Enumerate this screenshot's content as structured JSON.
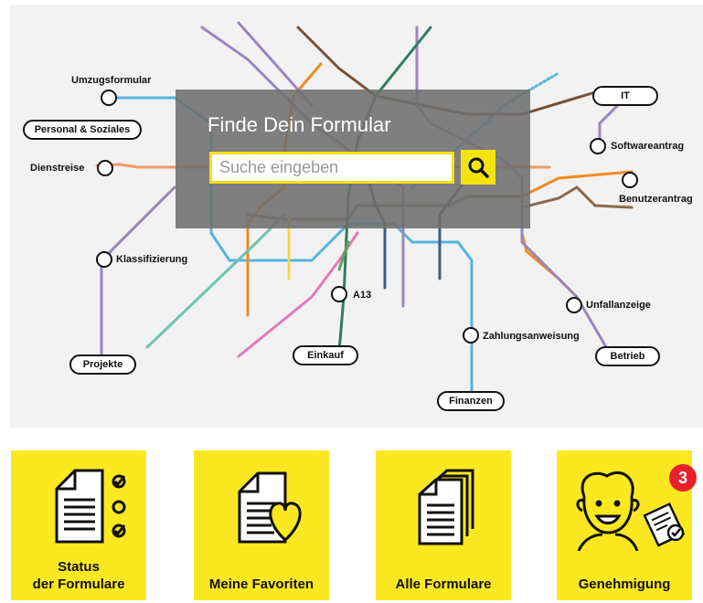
{
  "search": {
    "title": "Finde Dein Formular",
    "placeholder": "Suche eingeben"
  },
  "map": {
    "pills": {
      "personal": "Personal & Soziales",
      "it": "IT",
      "projekte": "Projekte",
      "einkauf": "Einkauf",
      "finanzen": "Finanzen",
      "betrieb": "Betrieb"
    },
    "stations": {
      "umzug": "Umzugsformular",
      "dienstreise": "Dienstreise",
      "klassifizierung": "Klassifizierung",
      "a13": "A13",
      "zahlung": "Zahlungsanweisung",
      "software": "Softwareantrag",
      "benutzer": "Benutzerantrag",
      "unfall": "Unfallanzeige"
    }
  },
  "tiles": {
    "status_line1": "Status",
    "status_line2": "der Formulare",
    "favoriten": "Meine Favoriten",
    "alle": "Alle Formulare",
    "genehmigung": "Genehmigung",
    "badge_count": "3"
  },
  "colors": {
    "accent_yellow": "#fbe820",
    "badge_red": "#e8202a"
  }
}
